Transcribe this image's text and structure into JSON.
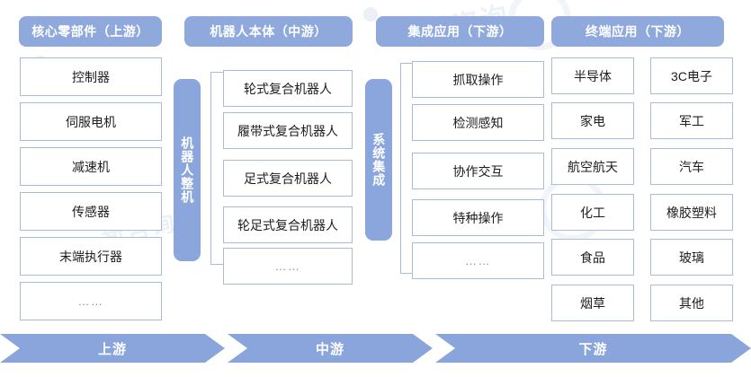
{
  "colors": {
    "header_blue": "#8fa9dd",
    "vertical_label_blue": "#8ba6dd",
    "chevron_blue": "#8aa5db",
    "box_border": "#a9bdd9",
    "box_fill": "#ffffff",
    "text_dark": "#1d1d1d",
    "ellipsis_gray": "#8d8d8d"
  },
  "headers": [
    {
      "label": "核心零部件（上游）"
    },
    {
      "label": "机器人本体（中游）"
    },
    {
      "label": "集成应用（下游）"
    },
    {
      "label": "终端应用（下游）"
    }
  ],
  "upstream": {
    "items": [
      {
        "label": "控制器"
      },
      {
        "label": "伺服电机"
      },
      {
        "label": "减速机"
      },
      {
        "label": "传感器"
      },
      {
        "label": "末端执行器"
      },
      {
        "label": "……"
      }
    ]
  },
  "midstream": {
    "vertical_label": "机器人整机",
    "items": [
      {
        "label": "轮式复合机器人"
      },
      {
        "label": "履带式复合机器人"
      },
      {
        "label": "足式复合机器人"
      },
      {
        "label": "轮足式复合机器人"
      },
      {
        "label": "……"
      }
    ]
  },
  "integration": {
    "vertical_label": "系统集成",
    "items": [
      {
        "label": "抓取操作"
      },
      {
        "label": "检测感知"
      },
      {
        "label": "协作交互"
      },
      {
        "label": "特种操作"
      },
      {
        "label": "……"
      }
    ]
  },
  "terminal": {
    "column_left": [
      {
        "label": "半导体"
      },
      {
        "label": "家电"
      },
      {
        "label": "航空航天"
      },
      {
        "label": "化工"
      },
      {
        "label": "食品"
      },
      {
        "label": "烟草"
      }
    ],
    "column_right": [
      {
        "label": "3C电子"
      },
      {
        "label": "军工"
      },
      {
        "label": "汽车"
      },
      {
        "label": "橡胶塑料"
      },
      {
        "label": "玻璃"
      },
      {
        "label": "其他"
      }
    ]
  },
  "flow_bar": {
    "segments": [
      {
        "label": "上游"
      },
      {
        "label": "中游"
      },
      {
        "label": "下游"
      }
    ]
  },
  "watermark": {
    "text_1": "新咨询",
    "text_2": "新咨询"
  }
}
